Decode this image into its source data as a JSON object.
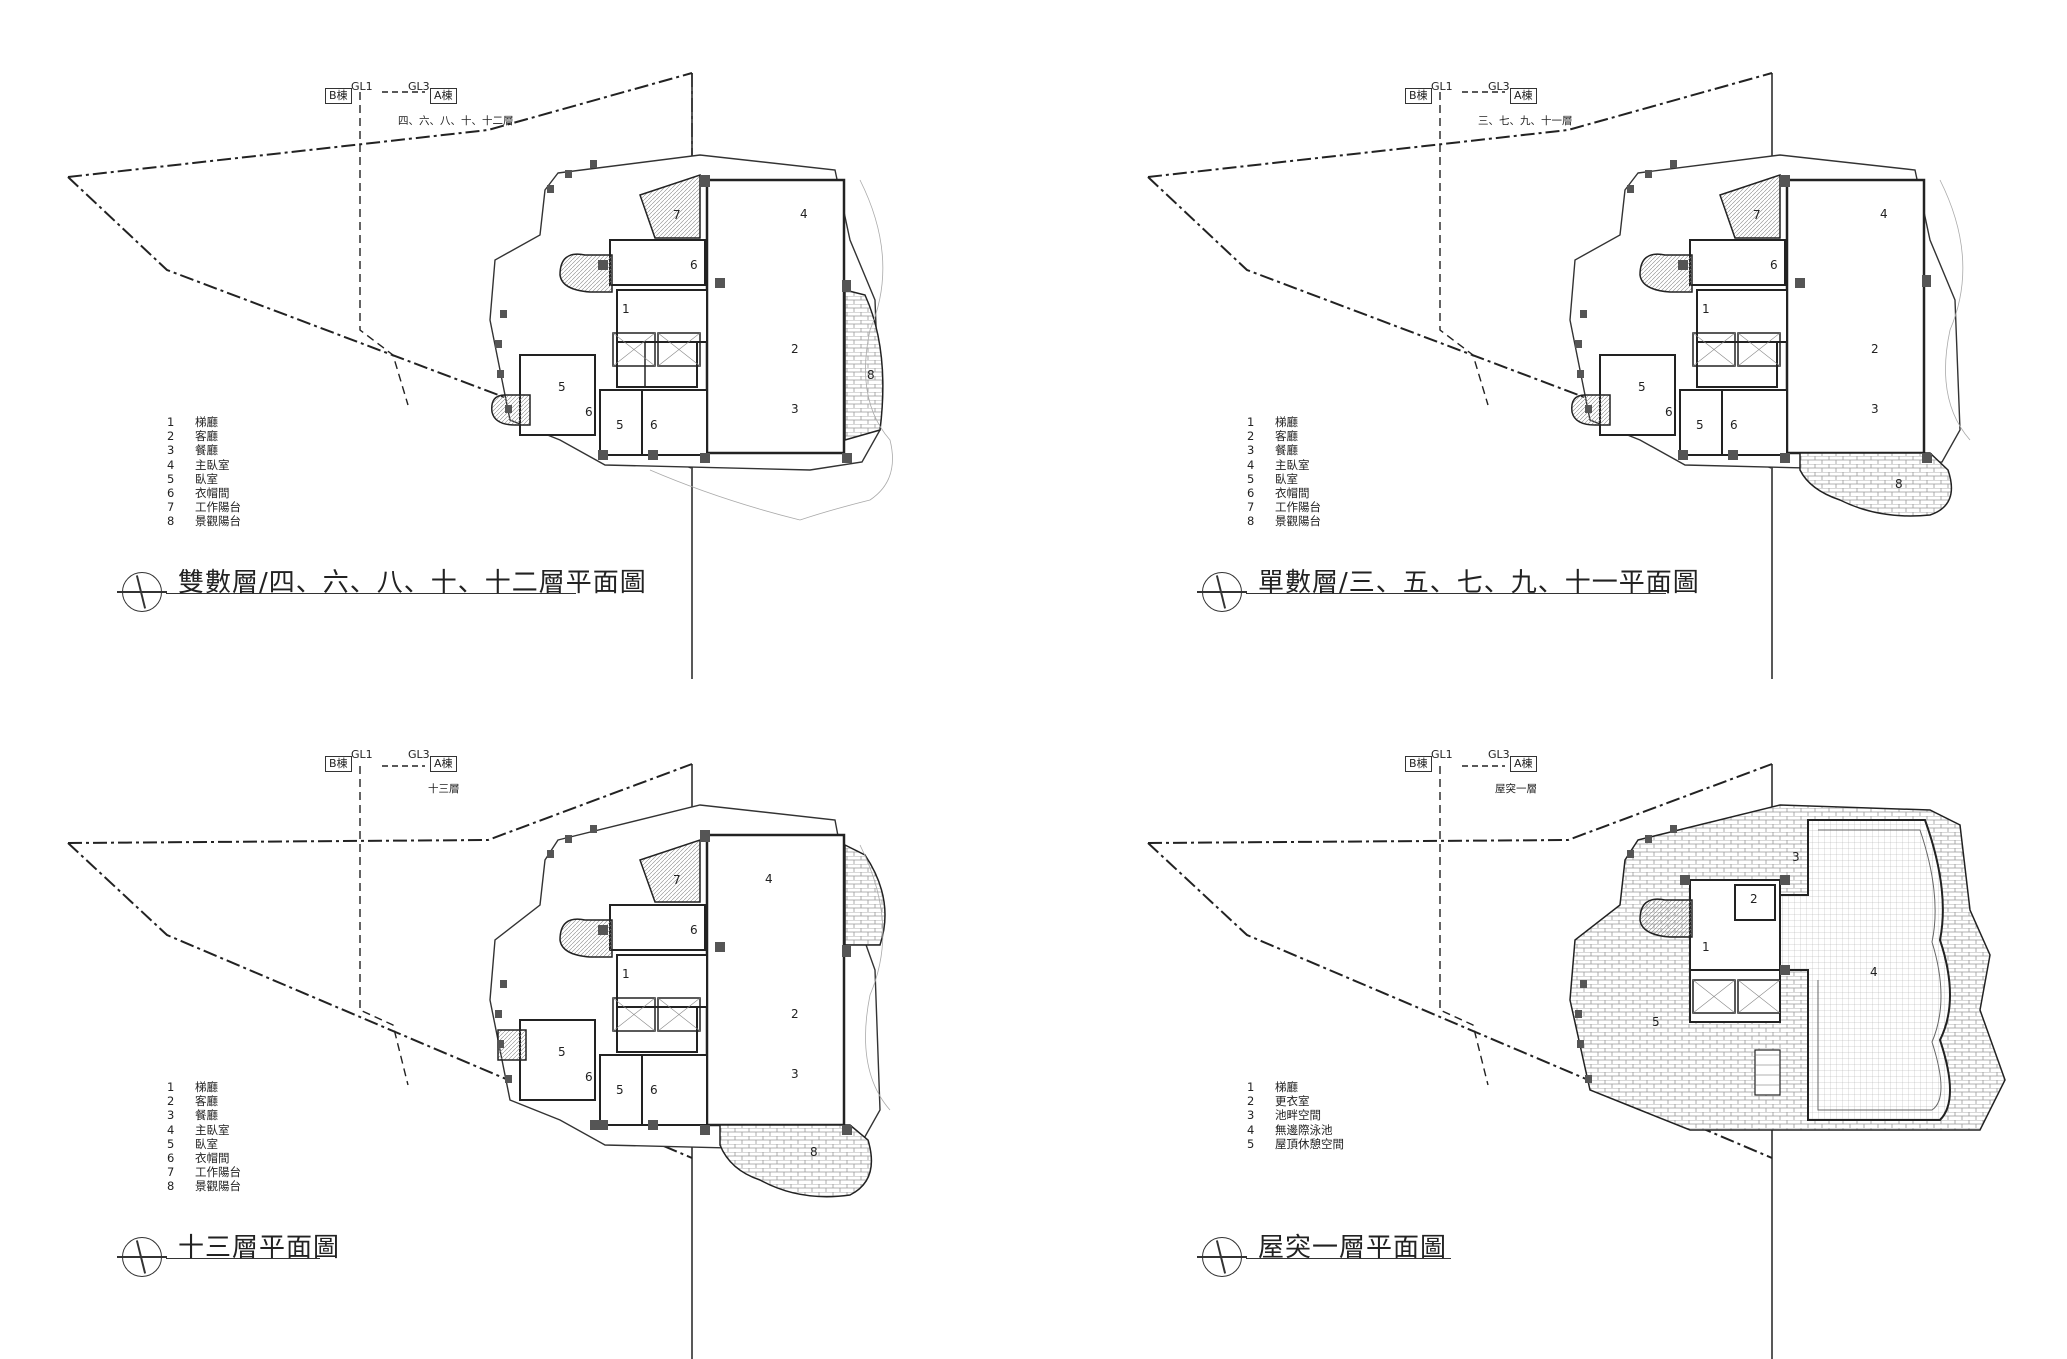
{
  "panels": [
    {
      "title": "雙數層/四、六、八、十、十二層平面圖",
      "floor_note": "四、六、八、十、十二層",
      "tags": {
        "b": "B棟",
        "gl1": "GL1",
        "gl3": "GL3",
        "a": "A棟"
      },
      "rooms": {
        "r1": "1",
        "r2": "2",
        "r3": "3",
        "r4": "4",
        "r5a": "5",
        "r5b": "5",
        "r6a": "6",
        "r6b": "6",
        "r6c": "6",
        "r7": "7",
        "r8": "8"
      },
      "legend": [
        {
          "num": "1",
          "label": "梯廳"
        },
        {
          "num": "2",
          "label": "客廳"
        },
        {
          "num": "3",
          "label": "餐廳"
        },
        {
          "num": "4",
          "label": "主臥室"
        },
        {
          "num": "5",
          "label": "臥室"
        },
        {
          "num": "6",
          "label": "衣帽間"
        },
        {
          "num": "7",
          "label": "工作陽台"
        },
        {
          "num": "8",
          "label": "景觀陽台"
        }
      ]
    },
    {
      "title": "單數層/三、五、七、九、十一平面圖",
      "floor_note": "三、七、九、十一層",
      "tags": {
        "b": "B棟",
        "gl1": "GL1",
        "gl3": "GL3",
        "a": "A棟"
      },
      "rooms": {
        "r1": "1",
        "r2": "2",
        "r3": "3",
        "r4": "4",
        "r5a": "5",
        "r5b": "5",
        "r6a": "6",
        "r6b": "6",
        "r6c": "6",
        "r7": "7",
        "r8": "8"
      },
      "legend": [
        {
          "num": "1",
          "label": "梯廳"
        },
        {
          "num": "2",
          "label": "客廳"
        },
        {
          "num": "3",
          "label": "餐廳"
        },
        {
          "num": "4",
          "label": "主臥室"
        },
        {
          "num": "5",
          "label": "臥室"
        },
        {
          "num": "6",
          "label": "衣帽間"
        },
        {
          "num": "7",
          "label": "工作陽台"
        },
        {
          "num": "8",
          "label": "景觀陽台"
        }
      ]
    },
    {
      "title": "十三層平面圖",
      "floor_note": "十三層",
      "tags": {
        "b": "B棟",
        "gl1": "GL1",
        "gl3": "GL3",
        "a": "A棟"
      },
      "rooms": {
        "r1": "1",
        "r2": "2",
        "r3": "3",
        "r4": "4",
        "r5a": "5",
        "r5b": "5",
        "r6a": "6",
        "r6b": "6",
        "r6c": "6",
        "r7": "7",
        "r8": "8"
      },
      "legend": [
        {
          "num": "1",
          "label": "梯廳"
        },
        {
          "num": "2",
          "label": "客廳"
        },
        {
          "num": "3",
          "label": "餐廳"
        },
        {
          "num": "4",
          "label": "主臥室"
        },
        {
          "num": "5",
          "label": "臥室"
        },
        {
          "num": "6",
          "label": "衣帽間"
        },
        {
          "num": "7",
          "label": "工作陽台"
        },
        {
          "num": "8",
          "label": "景觀陽台"
        }
      ]
    },
    {
      "title": "屋突一層平面圖",
      "floor_note": "屋突一層",
      "tags": {
        "b": "B棟",
        "gl1": "GL1",
        "gl3": "GL3",
        "a": "A棟"
      },
      "rooms": {
        "r1": "1",
        "r2": "2",
        "r3": "3",
        "r4": "4",
        "r5": "5"
      },
      "legend": [
        {
          "num": "1",
          "label": "梯廳"
        },
        {
          "num": "2",
          "label": "更衣室"
        },
        {
          "num": "3",
          "label": "池畔空間"
        },
        {
          "num": "4",
          "label": "無邊際泳池"
        },
        {
          "num": "5",
          "label": "屋頂休憩空間"
        }
      ]
    }
  ],
  "colors": {
    "line": "#222222",
    "column": "#555555",
    "hatch": "#888888"
  }
}
